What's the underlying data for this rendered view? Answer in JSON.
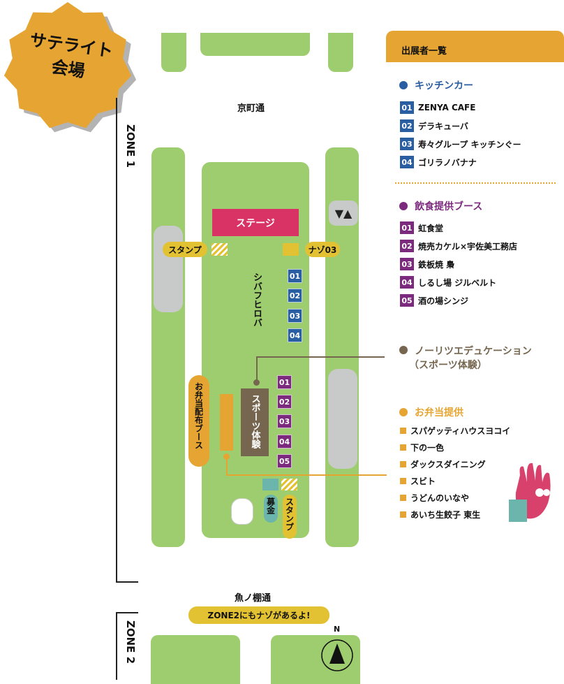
{
  "badge": {
    "line1": "サテライト",
    "line2": "会場"
  },
  "streets": {
    "top": "京町通",
    "bottom": "魚ノ棚通"
  },
  "zones": {
    "zone1": "ZONE 1",
    "zone2": "ZONE 2"
  },
  "map": {
    "stage": "ステージ",
    "stamp_label": "スタンプ",
    "nazo_label": "ナゾ03",
    "lawn": "シバフヒロバ",
    "kitchen_numbers": [
      "01",
      "02",
      "03",
      "04"
    ],
    "food_numbers": [
      "01",
      "02",
      "03",
      "04",
      "05"
    ],
    "sports": "スポーツ体験",
    "bento": "お弁当配布ブース",
    "donation": "募金",
    "stamp_label2": "スタンプ",
    "zone2_hint": "ZONE2にもナゾがあるよ!",
    "compass": "N"
  },
  "colors": {
    "green": "#9dcd6e",
    "orange": "#e6a532",
    "blue": "#2a5ea3",
    "purple": "#7c2a7e",
    "brown": "#76664f",
    "stage": "#d93366",
    "yellow": "#e2c232",
    "teal": "#6bb5ac"
  },
  "panel": {
    "title": "出展者一覧",
    "kitchen": {
      "title": "キッチンカー",
      "items": [
        {
          "n": "01",
          "name": "ZENYA CAFE"
        },
        {
          "n": "02",
          "name": "デラキューバ"
        },
        {
          "n": "03",
          "name": "寿々グループ キッチンぐー"
        },
        {
          "n": "04",
          "name": "ゴリラノバナナ"
        }
      ]
    },
    "food": {
      "title": "飲食提供ブース",
      "items": [
        {
          "n": "01",
          "name": "虹食堂"
        },
        {
          "n": "02",
          "name": "焼売カケル×宇佐美工務店"
        },
        {
          "n": "03",
          "name": "鉄板焼 梟"
        },
        {
          "n": "04",
          "name": "しるし場 ジルベルト"
        },
        {
          "n": "05",
          "name": "酒の場シンジ"
        }
      ]
    },
    "sports": {
      "title": "ノーリツエデュケーション",
      "subtitle": "（スポーツ体験）"
    },
    "bento": {
      "title": "お弁当提供",
      "items": [
        "スパゲッティハウスヨコイ",
        "下の一色",
        "ダックスダイニング",
        "スビト",
        "うどんのいなや",
        "あいち生餃子 東生"
      ]
    }
  }
}
